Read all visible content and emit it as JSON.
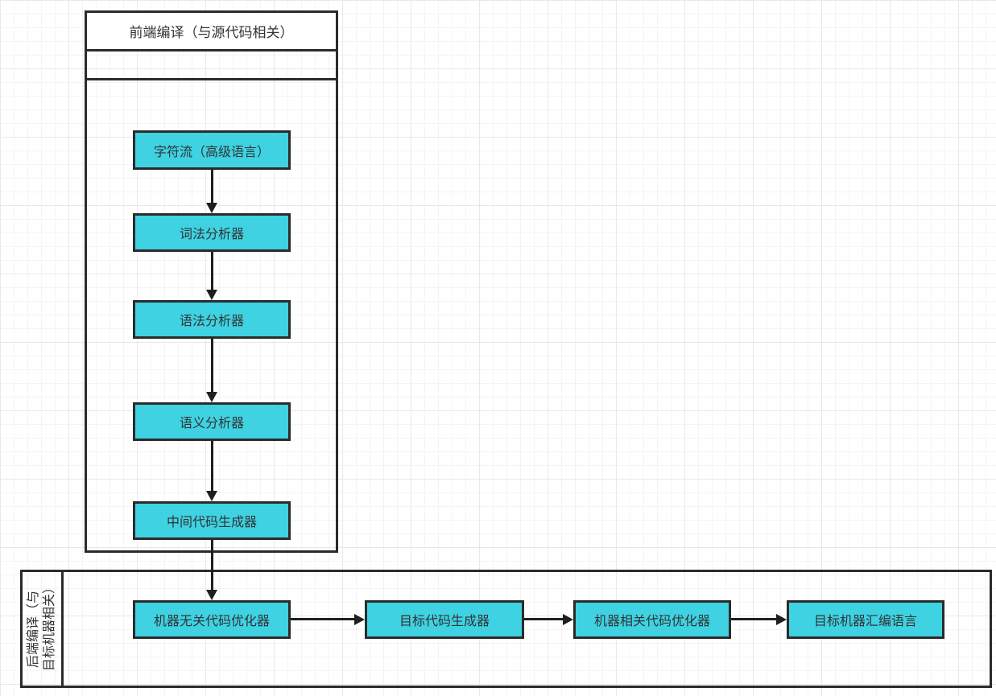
{
  "diagram": {
    "frontend_pool": {
      "title": "前端编译（与源代码相关）"
    },
    "backend_pool": {
      "title": "后端编译（与目标机器相关）"
    },
    "frontend_nodes": [
      {
        "label": "字符流（高级语言）"
      },
      {
        "label": "词法分析器"
      },
      {
        "label": "语法分析器"
      },
      {
        "label": "语义分析器"
      },
      {
        "label": "中间代码生成器"
      }
    ],
    "backend_nodes": [
      {
        "label": "机器无关代码优化器"
      },
      {
        "label": "目标代码生成器"
      },
      {
        "label": "机器相关代码优化器"
      },
      {
        "label": "目标机器汇编语言"
      }
    ],
    "colors": {
      "canvas_bg": "#ffffff",
      "grid_minor": "#f4f4f4",
      "grid_major": "#e8e8e8",
      "node_fill": "#3ed2e2",
      "node_border": "#2b2b2b",
      "pool_border": "#2b2b2b",
      "connector": "#1f1f1f",
      "text": "#333333"
    }
  }
}
